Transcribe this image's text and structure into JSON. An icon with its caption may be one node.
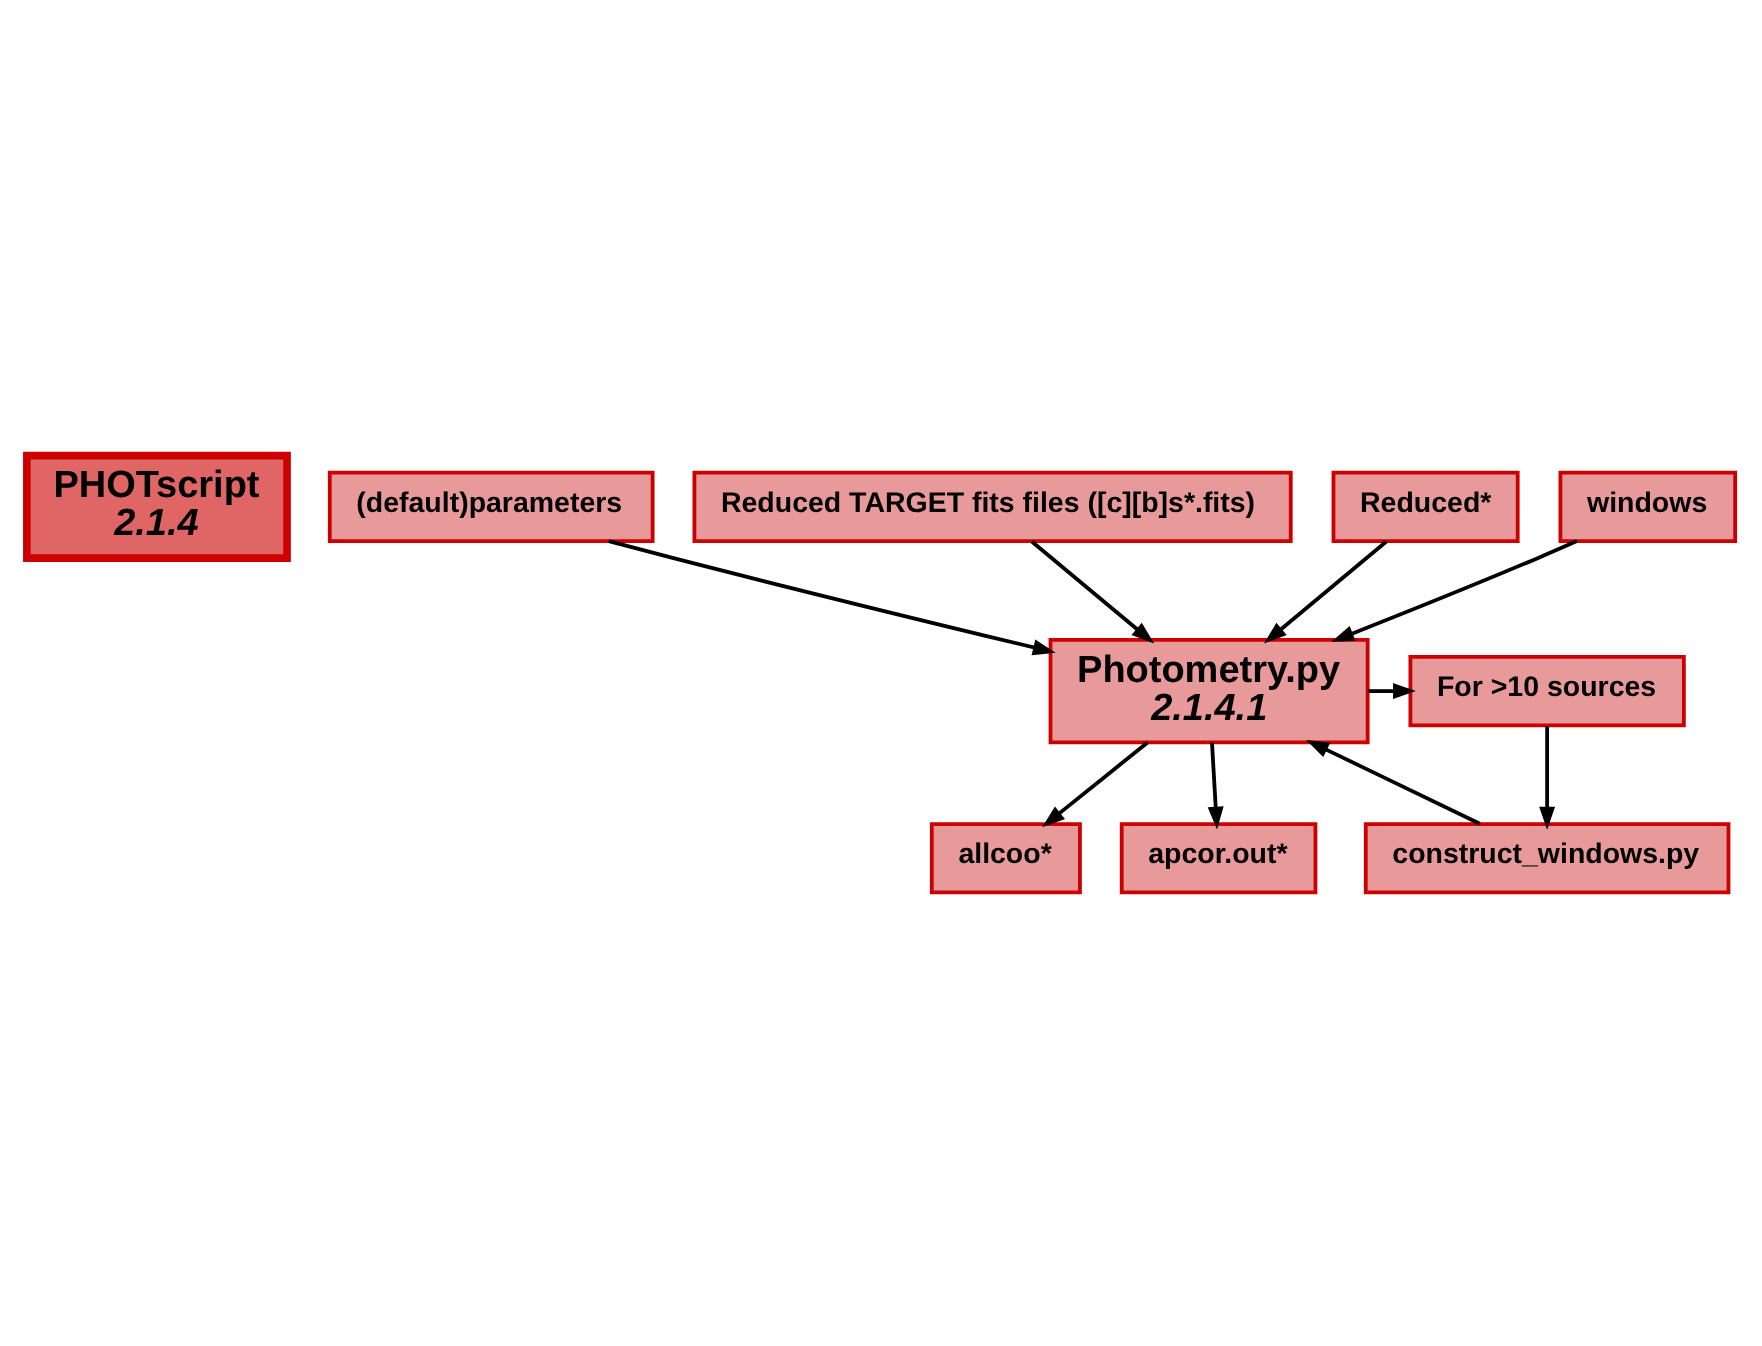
{
  "diagram": {
    "nodes": [
      {
        "text": [
          "PHOTscript",
          "2.1.4"
        ]
      },
      {
        "text": [
          "(default)parameters"
        ]
      },
      {
        "text": [
          "Reduced TARGET fits files ([c][b]s*.fits)"
        ]
      },
      {
        "text": [
          "Reduced*"
        ]
      },
      {
        "text": [
          "windows"
        ]
      },
      {
        "text": [
          "Photometry.py",
          "2.1.4.1"
        ]
      },
      {
        "text": [
          "For >10 sources"
        ]
      },
      {
        "text": [
          "allcoo*"
        ]
      },
      {
        "text": [
          "construct_windows.py"
        ]
      },
      {
        "text": [
          "apcor.out*"
        ]
      }
    ],
    "edges": [
      {
        "from": 1,
        "to": 5,
        "arrow": "to"
      },
      {
        "from": 2,
        "to": 5,
        "arrow": "to"
      },
      {
        "from": 3,
        "to": 5,
        "arrow": "to"
      },
      {
        "from": 4,
        "to": 5,
        "arrow": "to"
      },
      {
        "from": 5,
        "to": 6,
        "arrow": "to"
      },
      {
        "from": 6,
        "to": 8,
        "arrow": "to"
      },
      {
        "from": 8,
        "to": 5,
        "arrow": "to"
      },
      {
        "from": 5,
        "to": 7,
        "arrow": "to"
      },
      {
        "from": 5,
        "to": 9,
        "arrow": "to"
      }
    ]
  }
}
